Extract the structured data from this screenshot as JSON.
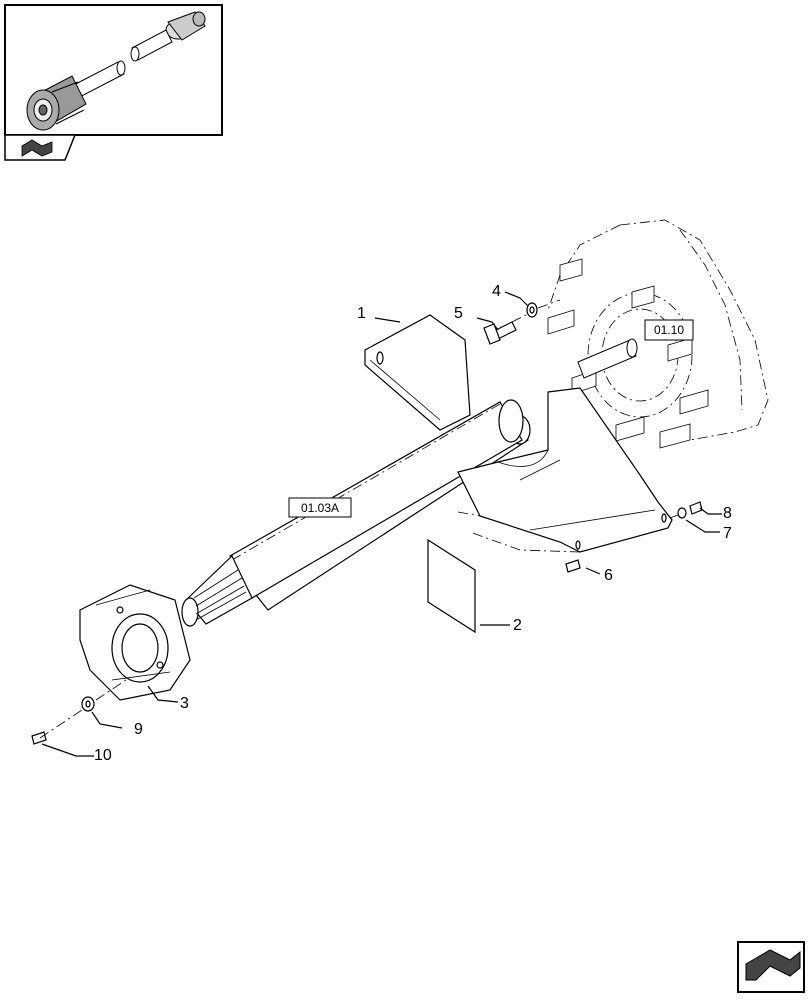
{
  "callouts": [
    {
      "id": "1",
      "text": "1"
    },
    {
      "id": "2",
      "text": "2"
    },
    {
      "id": "3",
      "text": "3"
    },
    {
      "id": "4",
      "text": "4"
    },
    {
      "id": "5",
      "text": "5"
    },
    {
      "id": "6",
      "text": "6"
    },
    {
      "id": "7",
      "text": "7"
    },
    {
      "id": "8",
      "text": "8"
    },
    {
      "id": "9",
      "text": "9"
    },
    {
      "id": "10",
      "text": "10"
    }
  ],
  "references": [
    {
      "id": "ref-0110",
      "text": "01.10"
    },
    {
      "id": "ref-0103a",
      "text": "01.03A"
    }
  ],
  "icons": {
    "thumbnail": "pto-shaft-thumbnail-icon",
    "nav_back": "nav-back-arrow-icon",
    "nav_next": "nav-next-arrow-icon"
  },
  "colors": {
    "line": "#000000",
    "icon_fill": "#444444",
    "background": "#ffffff"
  }
}
